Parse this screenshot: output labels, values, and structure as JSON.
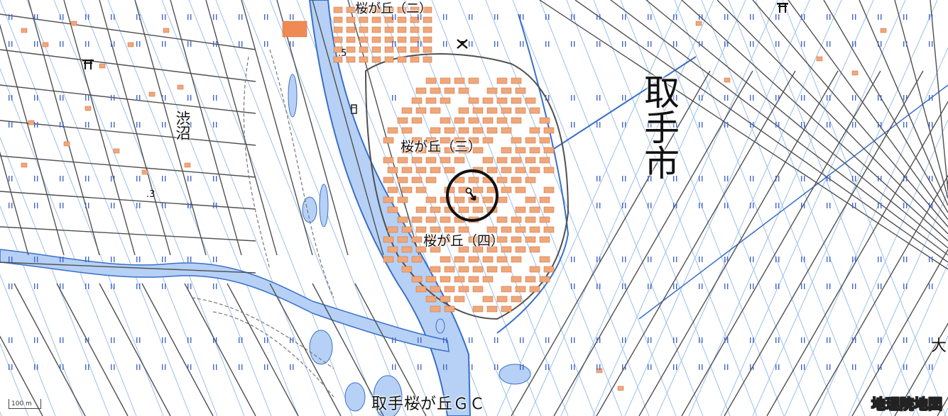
{
  "map": {
    "labels": {
      "sakuragaoka_1": "桜が丘（二）",
      "sakuragaoka_3": "桜が丘（三）",
      "sakuragaoka_4": "桜が丘（四）",
      "shibunuma": "渋沼",
      "city_name": "取手市",
      "golf_course": "取手桜が丘ＧＣ",
      "partial_label": "大"
    },
    "elevations": {
      "pt_5": ".5",
      "pt_3": ".3"
    },
    "scale_bar": "100 m",
    "attribution": "地理院地図",
    "colors": {
      "water": "#b6d1f5",
      "water_edge": "#3a6fc9",
      "building": "#f0a87a",
      "road": "#505050",
      "paddy_line": "#9cc0ea",
      "paddy_symbol": "#4466cc"
    },
    "symbols": [
      "shrine-icon",
      "school-icon",
      "post-office-icon",
      "location-marker-icon"
    ]
  }
}
